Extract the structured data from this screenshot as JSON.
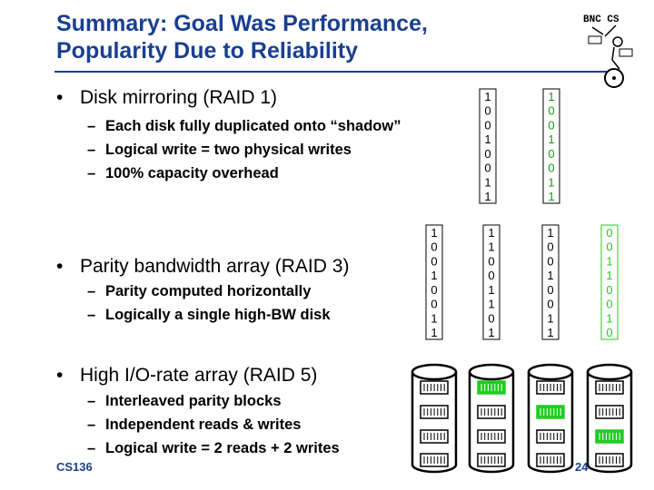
{
  "title": {
    "line1": "Summary: Goal Was Performance,",
    "line2": "Popularity Due to Reliability"
  },
  "bullets": [
    {
      "text": "Disk mirroring (RAID 1)",
      "subs": [
        "Each disk fully duplicated onto “shadow”",
        "Logical write = two physical writes",
        "100% capacity overhead"
      ]
    },
    {
      "text": "Parity bandwidth array (RAID 3)",
      "subs": [
        "Parity computed horizontally",
        "Logically a single high-BW disk"
      ]
    },
    {
      "text": "High I/O-rate array (RAID 5)",
      "subs": [
        "Interleaved parity blocks",
        "Independent reads & writes",
        "Logical write = 2 reads + 2 writes"
      ]
    }
  ],
  "bullet_glyph": "•",
  "sub_glyph": "–",
  "raid1_columns": [
    [
      "1",
      "0",
      "0",
      "1",
      "0",
      "0",
      "1",
      "1"
    ],
    [
      "1",
      "0",
      "0",
      "1",
      "0",
      "0",
      "1",
      "1"
    ]
  ],
  "raid3_columns": [
    [
      "1",
      "0",
      "0",
      "1",
      "0",
      "0",
      "1",
      "1"
    ],
    [
      "1",
      "1",
      "0",
      "0",
      "1",
      "1",
      "0",
      "1"
    ],
    [
      "1",
      "0",
      "0",
      "1",
      "0",
      "0",
      "1",
      "1"
    ],
    [
      "0",
      "0",
      "1",
      "1",
      "0",
      "0",
      "1",
      "0"
    ]
  ],
  "raid5_parity_positions": [
    1,
    2,
    3,
    4,
    0
  ],
  "logo_text": "BNC CS",
  "footer": "CS136",
  "page_number": "24",
  "colors": {
    "title": "#1a3f8f",
    "shadow_digits": "#1a9a1a",
    "parity": "#22cc22",
    "disk_stroke": "#000000"
  }
}
